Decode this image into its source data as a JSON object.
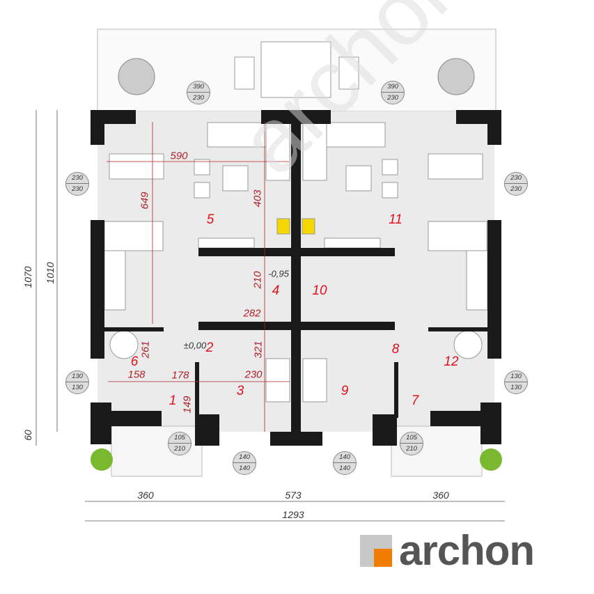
{
  "rooms": [
    "1",
    "2",
    "3",
    "4",
    "5",
    "6",
    "7",
    "8",
    "9",
    "10",
    "11",
    "12"
  ],
  "dimensions": {
    "living_width": "590",
    "living_depth": "649",
    "living_depth2": "403",
    "stair_depth": "210",
    "hall_width": "282",
    "level_stair": "-0,95",
    "level_ground": "±0,00",
    "bath_depth": "261",
    "entry_depth": "321",
    "bath_width": "158",
    "vestibule_width": "178",
    "room3_width": "230",
    "vestibule_depth": "149"
  },
  "windows": {
    "terrace_left": [
      "390",
      "230"
    ],
    "terrace_right": [
      "390",
      "230"
    ],
    "side_left_top": [
      "230",
      "230"
    ],
    "side_right_top": [
      "230",
      "230"
    ],
    "side_left_bath": [
      "130",
      "130"
    ],
    "side_right_bath": [
      "130",
      "130"
    ],
    "door_left": [
      "105",
      "210"
    ],
    "door_right": [
      "105",
      "210"
    ],
    "front_left": [
      "140",
      "140"
    ],
    "front_right": [
      "140",
      "140"
    ]
  },
  "outer_dimensions": {
    "height_total": "1070",
    "height_building": "1010",
    "height_porch": "60",
    "width_left": "360",
    "width_middle": "573",
    "width_right": "360",
    "width_total": "1293"
  },
  "logo": {
    "text": "archon",
    "colors": {
      "orange": "#f07c00",
      "gray": "#c8c8c8"
    }
  },
  "colors": {
    "wall": "#1a1a1a",
    "floor": "#ebebeb",
    "dimension": "#b02028",
    "room_label": "#e0101e",
    "plant": "#7ab830",
    "stove": "#f5d800"
  }
}
